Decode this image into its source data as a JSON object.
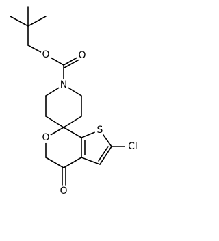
{
  "atoms": {
    "ester_o": "O",
    "carbonyl_o_boc": "O",
    "n": "N",
    "ring_o": "O",
    "s": "S",
    "cl": "Cl",
    "ketone_o": "O"
  }
}
